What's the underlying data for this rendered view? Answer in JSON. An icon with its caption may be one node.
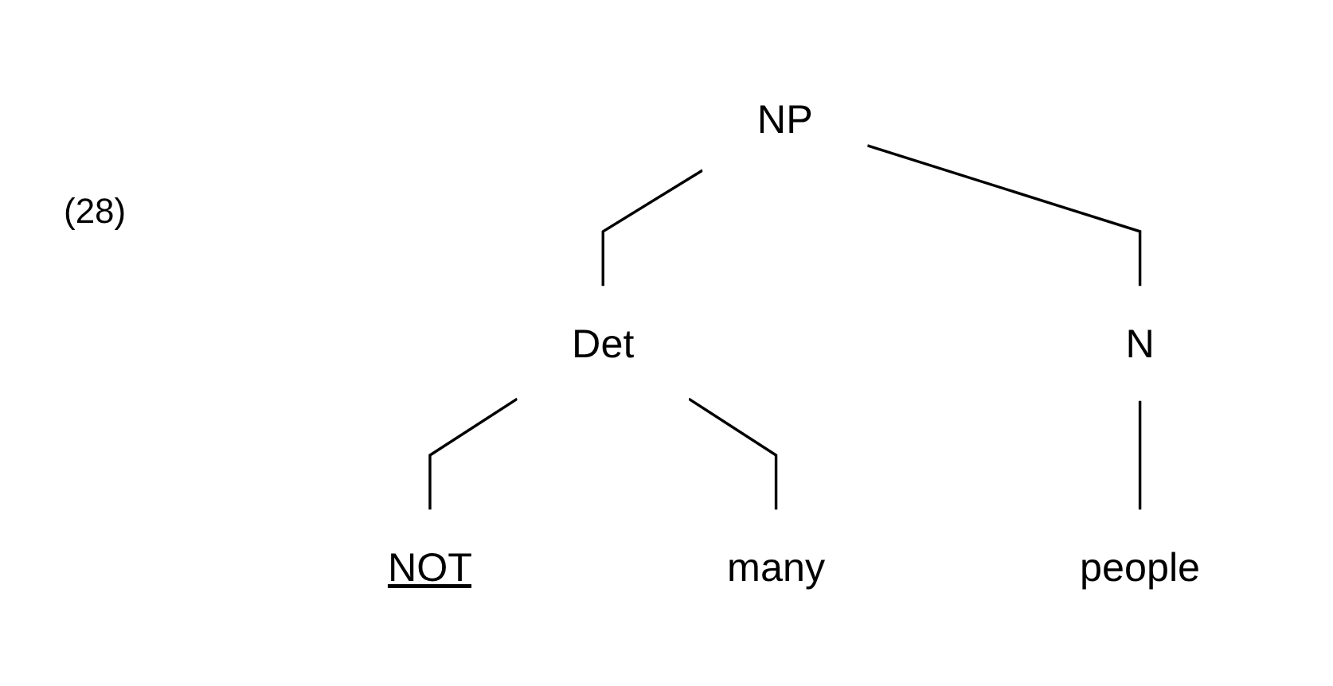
{
  "diagram": {
    "nodes": [
      {
        "text": [
          "NP"
        ]
      },
      {
        "text": [
          "Det"
        ]
      },
      {
        "text": [
          "N"
        ]
      },
      {
        "text": [
          "NOT"
        ]
      },
      {
        "text": [
          "many"
        ]
      },
      {
        "text": [
          "people"
        ]
      }
    ],
    "edges": [
      {
        "from": 0,
        "to": 1,
        "arrow": "none"
      },
      {
        "from": 0,
        "to": 2,
        "arrow": "none"
      },
      {
        "from": 1,
        "to": 3,
        "arrow": "none"
      },
      {
        "from": 1,
        "to": 4,
        "arrow": "none"
      },
      {
        "from": 2,
        "to": 5,
        "arrow": "none"
      }
    ],
    "labels": [
      "(28)"
    ]
  }
}
